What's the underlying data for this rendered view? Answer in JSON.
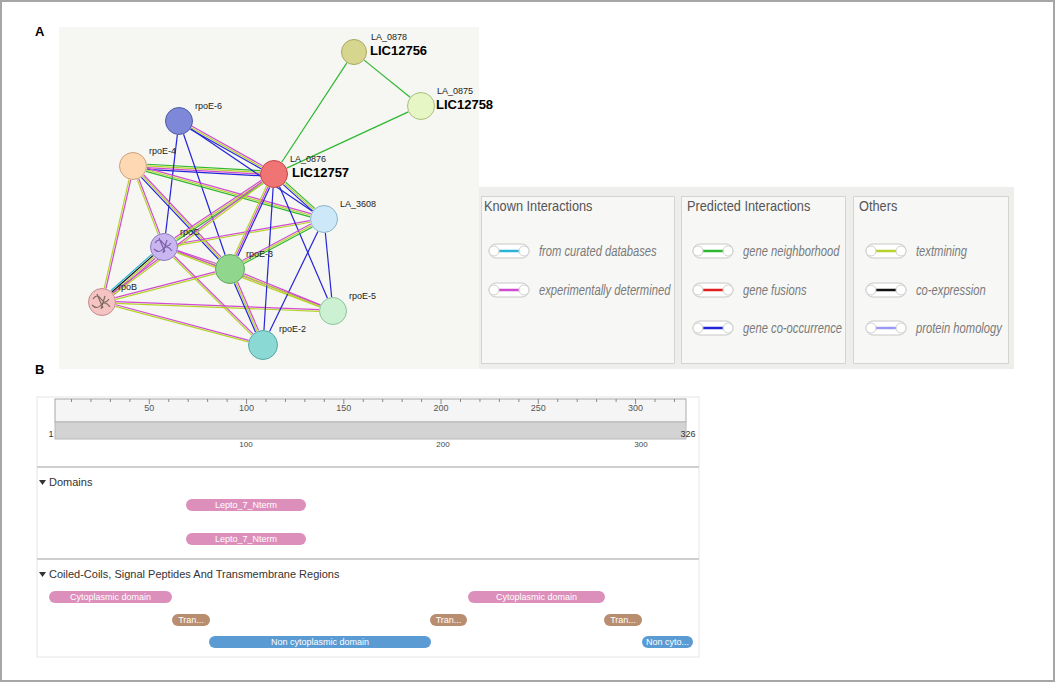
{
  "diagram": {
    "nodes": [
      {
        "text": [
          "LA_0878",
          "LIC12756"
        ]
      },
      {
        "text": [
          "LA_0875",
          "LIC12758"
        ]
      },
      {
        "text": [
          "LA_0876",
          "LIC12757"
        ]
      },
      {
        "text": [
          "rpoE-6"
        ]
      },
      {
        "text": [
          "rpoE-4"
        ]
      },
      {
        "text": [
          "LA_3608"
        ]
      },
      {
        "text": [
          "rpoC"
        ]
      },
      {
        "text": [
          "rpoE-3"
        ]
      },
      {
        "text": [
          "rpoB"
        ]
      },
      {
        "text": [
          "rpoE-5"
        ]
      },
      {
        "text": [
          "rpoE-2"
        ]
      },
      {
        "text": [
          "Lepto_7_Nterm"
        ]
      },
      {
        "text": [
          "Lepto_7_Nterm"
        ]
      },
      {
        "text": [
          "Cytoplasmic domain"
        ]
      },
      {
        "text": [
          "Tran..."
        ]
      },
      {
        "text": [
          "Non cytoplasmic domain"
        ]
      },
      {
        "text": [
          "Tran..."
        ]
      },
      {
        "text": [
          "Cytoplasmic domain"
        ]
      },
      {
        "text": [
          "Tran..."
        ]
      },
      {
        "text": [
          "Non cyto..."
        ]
      }
    ],
    "edges": [
      {
        "from": 0,
        "to": 2,
        "arrow": "none"
      },
      {
        "from": 1,
        "to": 2,
        "arrow": "none"
      },
      {
        "from": 0,
        "to": 1,
        "arrow": "none"
      },
      {
        "from": 3,
        "to": 2,
        "arrow": "none"
      },
      {
        "from": 4,
        "to": 2,
        "arrow": "none"
      },
      {
        "from": 3,
        "to": 7,
        "arrow": "none"
      },
      {
        "from": 3,
        "to": 5,
        "arrow": "none"
      },
      {
        "from": 3,
        "to": 6,
        "arrow": "none"
      },
      {
        "from": 4,
        "to": 6,
        "arrow": "none"
      },
      {
        "from": 4,
        "to": 8,
        "arrow": "none"
      },
      {
        "from": 4,
        "to": 7,
        "arrow": "none"
      },
      {
        "from": 4,
        "to": 5,
        "arrow": "none"
      },
      {
        "from": 6,
        "to": 8,
        "arrow": "none"
      },
      {
        "from": 6,
        "to": 7,
        "arrow": "none"
      },
      {
        "from": 6,
        "to": 2,
        "arrow": "none"
      },
      {
        "from": 6,
        "to": 10,
        "arrow": "none"
      },
      {
        "from": 6,
        "to": 9,
        "arrow": "none"
      },
      {
        "from": 6,
        "to": 5,
        "arrow": "none"
      },
      {
        "from": 8,
        "to": 7,
        "arrow": "none"
      },
      {
        "from": 8,
        "to": 10,
        "arrow": "none"
      },
      {
        "from": 8,
        "to": 9,
        "arrow": "none"
      },
      {
        "from": 8,
        "to": 2,
        "arrow": "none"
      },
      {
        "from": 2,
        "to": 5,
        "arrow": "none"
      },
      {
        "from": 2,
        "to": 7,
        "arrow": "none"
      },
      {
        "from": 2,
        "to": 9,
        "arrow": "none"
      },
      {
        "from": 2,
        "to": 10,
        "arrow": "none"
      },
      {
        "from": 5,
        "to": 7,
        "arrow": "none"
      },
      {
        "from": 5,
        "to": 9,
        "arrow": "none"
      },
      {
        "from": 5,
        "to": 10,
        "arrow": "none"
      },
      {
        "from": 7,
        "to": 9,
        "arrow": "none"
      },
      {
        "from": 7,
        "to": 10,
        "arrow": "none"
      }
    ],
    "labels": [
      "A",
      "Known Interactions",
      "Predicted Interactions",
      "Others",
      "B",
      "50",
      "100",
      "150",
      "200",
      "250",
      "300",
      "1",
      "326",
      "100",
      "200",
      "300",
      "Domains",
      "Coiled-Coils, Signal Peptides And Transmembrane Regions"
    ],
    "legend": [
      {
        "text": "from curated databases"
      },
      {
        "text": "experimentally determined"
      },
      {
        "text": "gene neighborhood"
      },
      {
        "text": "gene fusions"
      },
      {
        "text": "gene co-occurrence"
      },
      {
        "text": "textmining"
      },
      {
        "text": "co-expression"
      },
      {
        "text": "protein homology"
      }
    ]
  }
}
